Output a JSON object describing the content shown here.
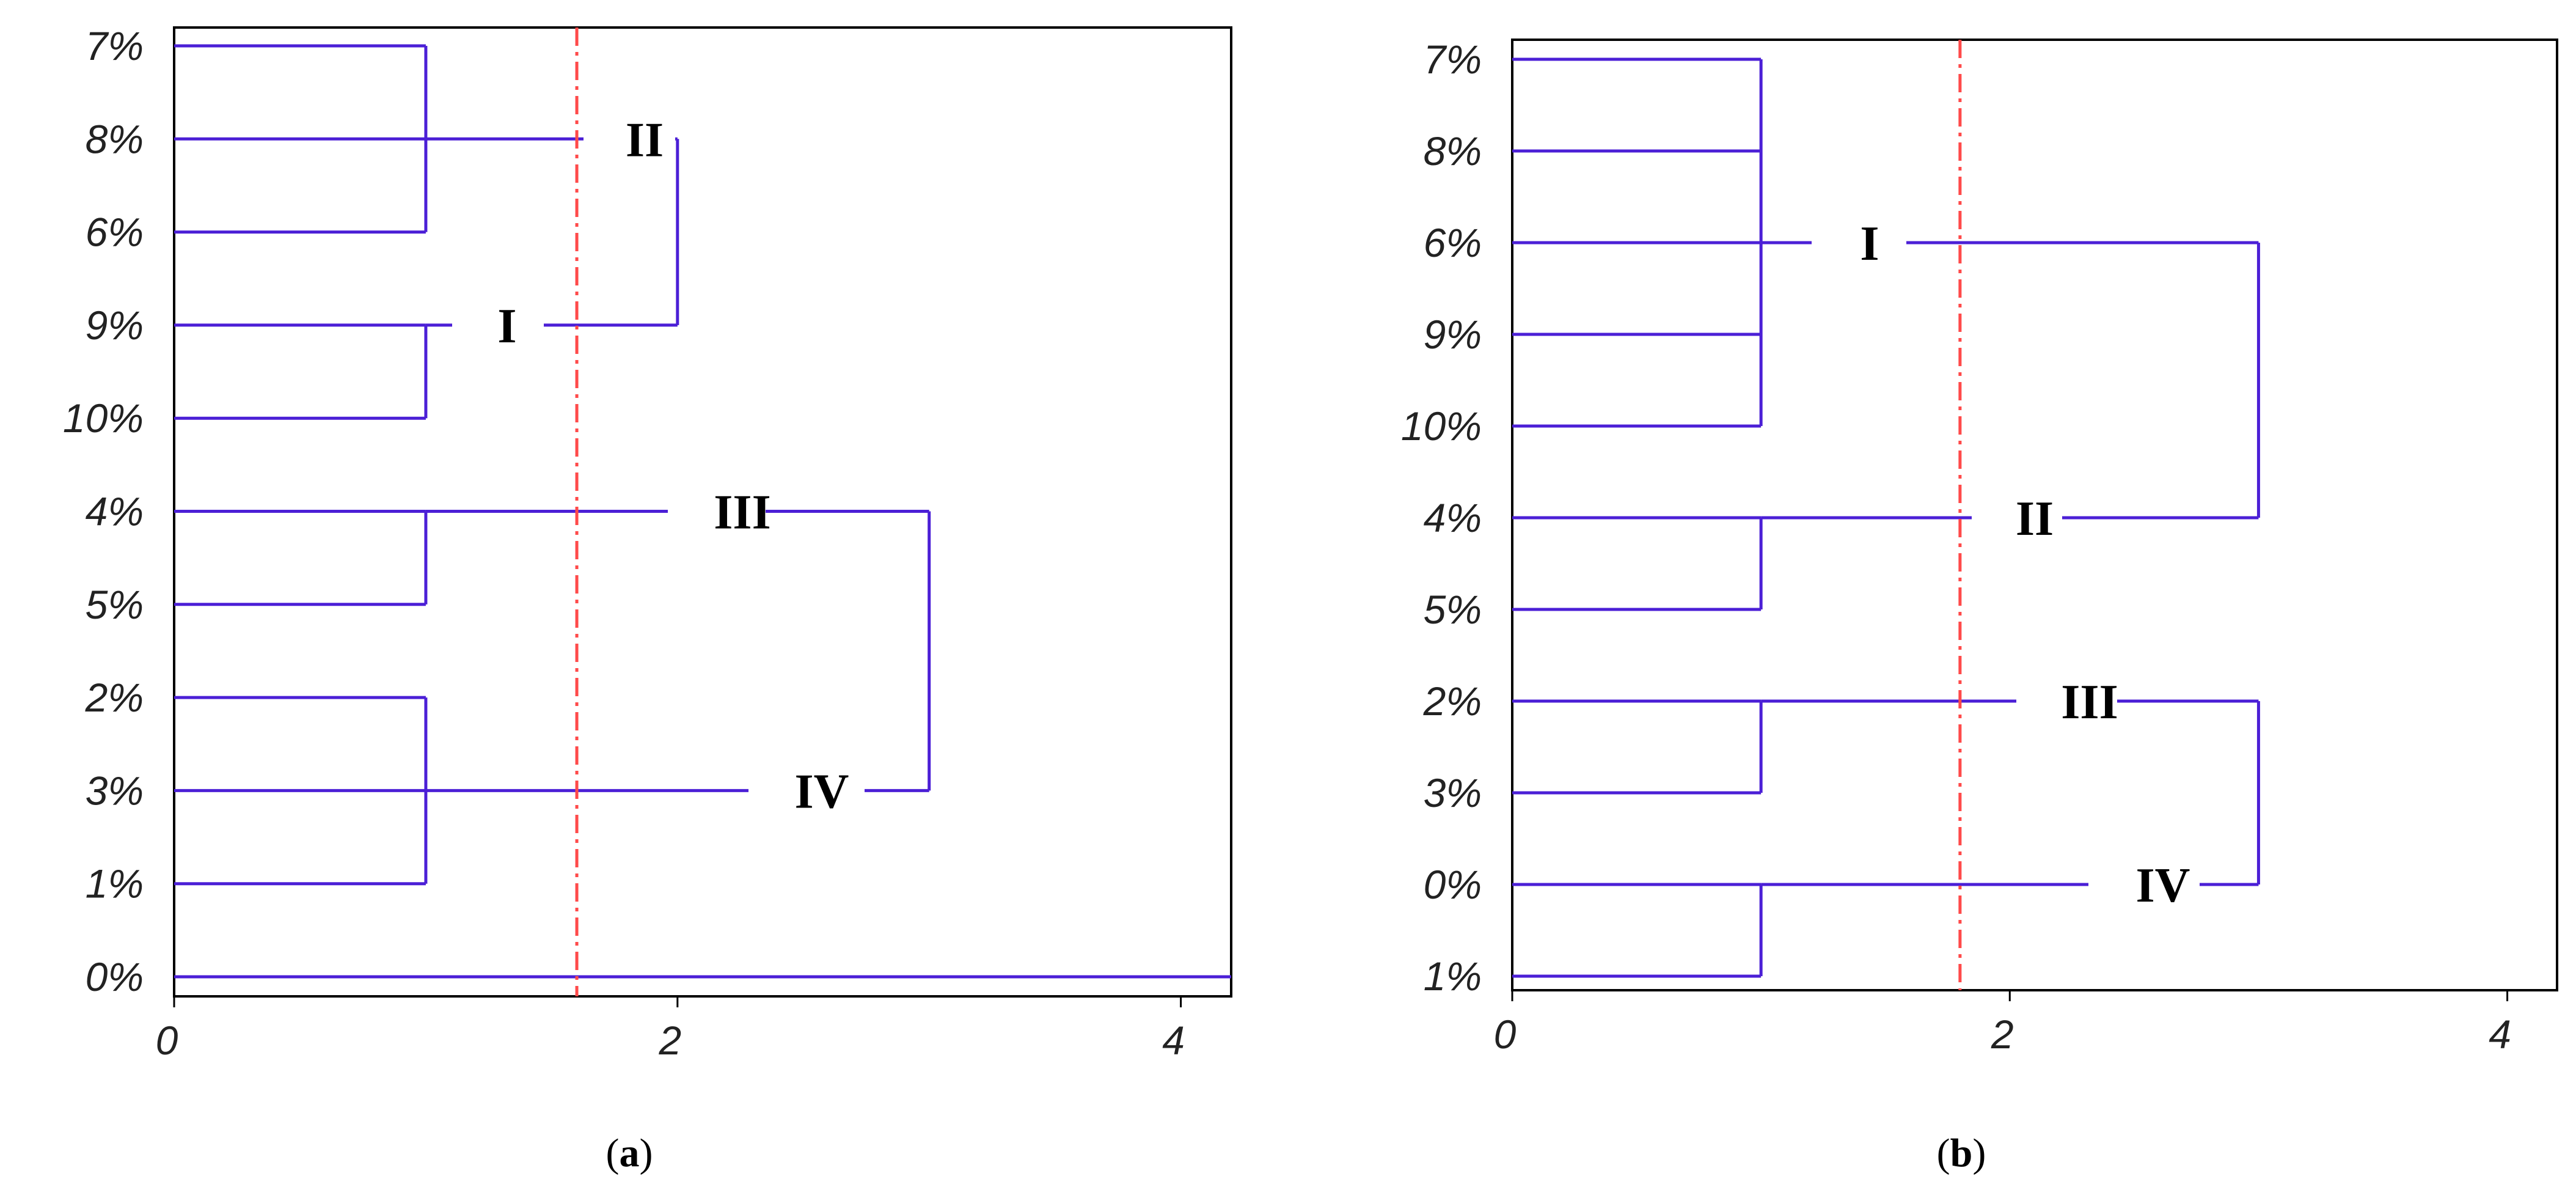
{
  "colors": {
    "dendrogram": "#4b1fd6",
    "cut_line": "#ff4a4a",
    "frame": "#000000"
  },
  "chart_data": [
    {
      "type": "dendrogram",
      "caption": "(a)",
      "leaves": [
        "7%",
        "8%",
        "6%",
        "9%",
        "10%",
        "4%",
        "5%",
        "2%",
        "3%",
        "1%",
        "0%"
      ],
      "xticks": [
        0,
        2,
        4
      ],
      "xlim": [
        0,
        4.2
      ],
      "cut_distance": 1.6,
      "merge_height_level1": 1.0,
      "clusters": [
        {
          "name": "II",
          "members": [
            "7%",
            "8%",
            "6%"
          ]
        },
        {
          "name": "I",
          "members": [
            "9%",
            "10%"
          ]
        },
        {
          "name": "III",
          "members": [
            "4%",
            "5%"
          ]
        },
        {
          "name": "IV",
          "members": [
            "2%",
            "3%",
            "1%"
          ]
        }
      ],
      "merges": [
        {
          "clusters": [
            "II",
            "I"
          ],
          "height": 2.0
        },
        {
          "clusters": [
            "III",
            "IV"
          ],
          "height": 3.0
        },
        {
          "clusters": [
            "0%"
          ],
          "height": 4.2
        }
      ]
    },
    {
      "type": "dendrogram",
      "caption": "(b)",
      "leaves": [
        "7%",
        "8%",
        "6%",
        "9%",
        "10%",
        "4%",
        "5%",
        "2%",
        "3%",
        "0%",
        "1%"
      ],
      "xticks": [
        0,
        2,
        4
      ],
      "xlim": [
        0,
        4.2
      ],
      "cut_distance": 1.8,
      "merge_height_level1": 1.0,
      "clusters": [
        {
          "name": "I",
          "members": [
            "7%",
            "8%",
            "6%",
            "9%",
            "10%"
          ]
        },
        {
          "name": "II",
          "members": [
            "4%",
            "5%"
          ]
        },
        {
          "name": "III",
          "members": [
            "2%",
            "3%"
          ]
        },
        {
          "name": "IV",
          "members": [
            "0%",
            "1%"
          ]
        }
      ],
      "merges": [
        {
          "clusters": [
            "I",
            "II"
          ],
          "height": 3.0
        },
        {
          "clusters": [
            "III",
            "IV"
          ],
          "height": 3.0
        }
      ]
    }
  ]
}
